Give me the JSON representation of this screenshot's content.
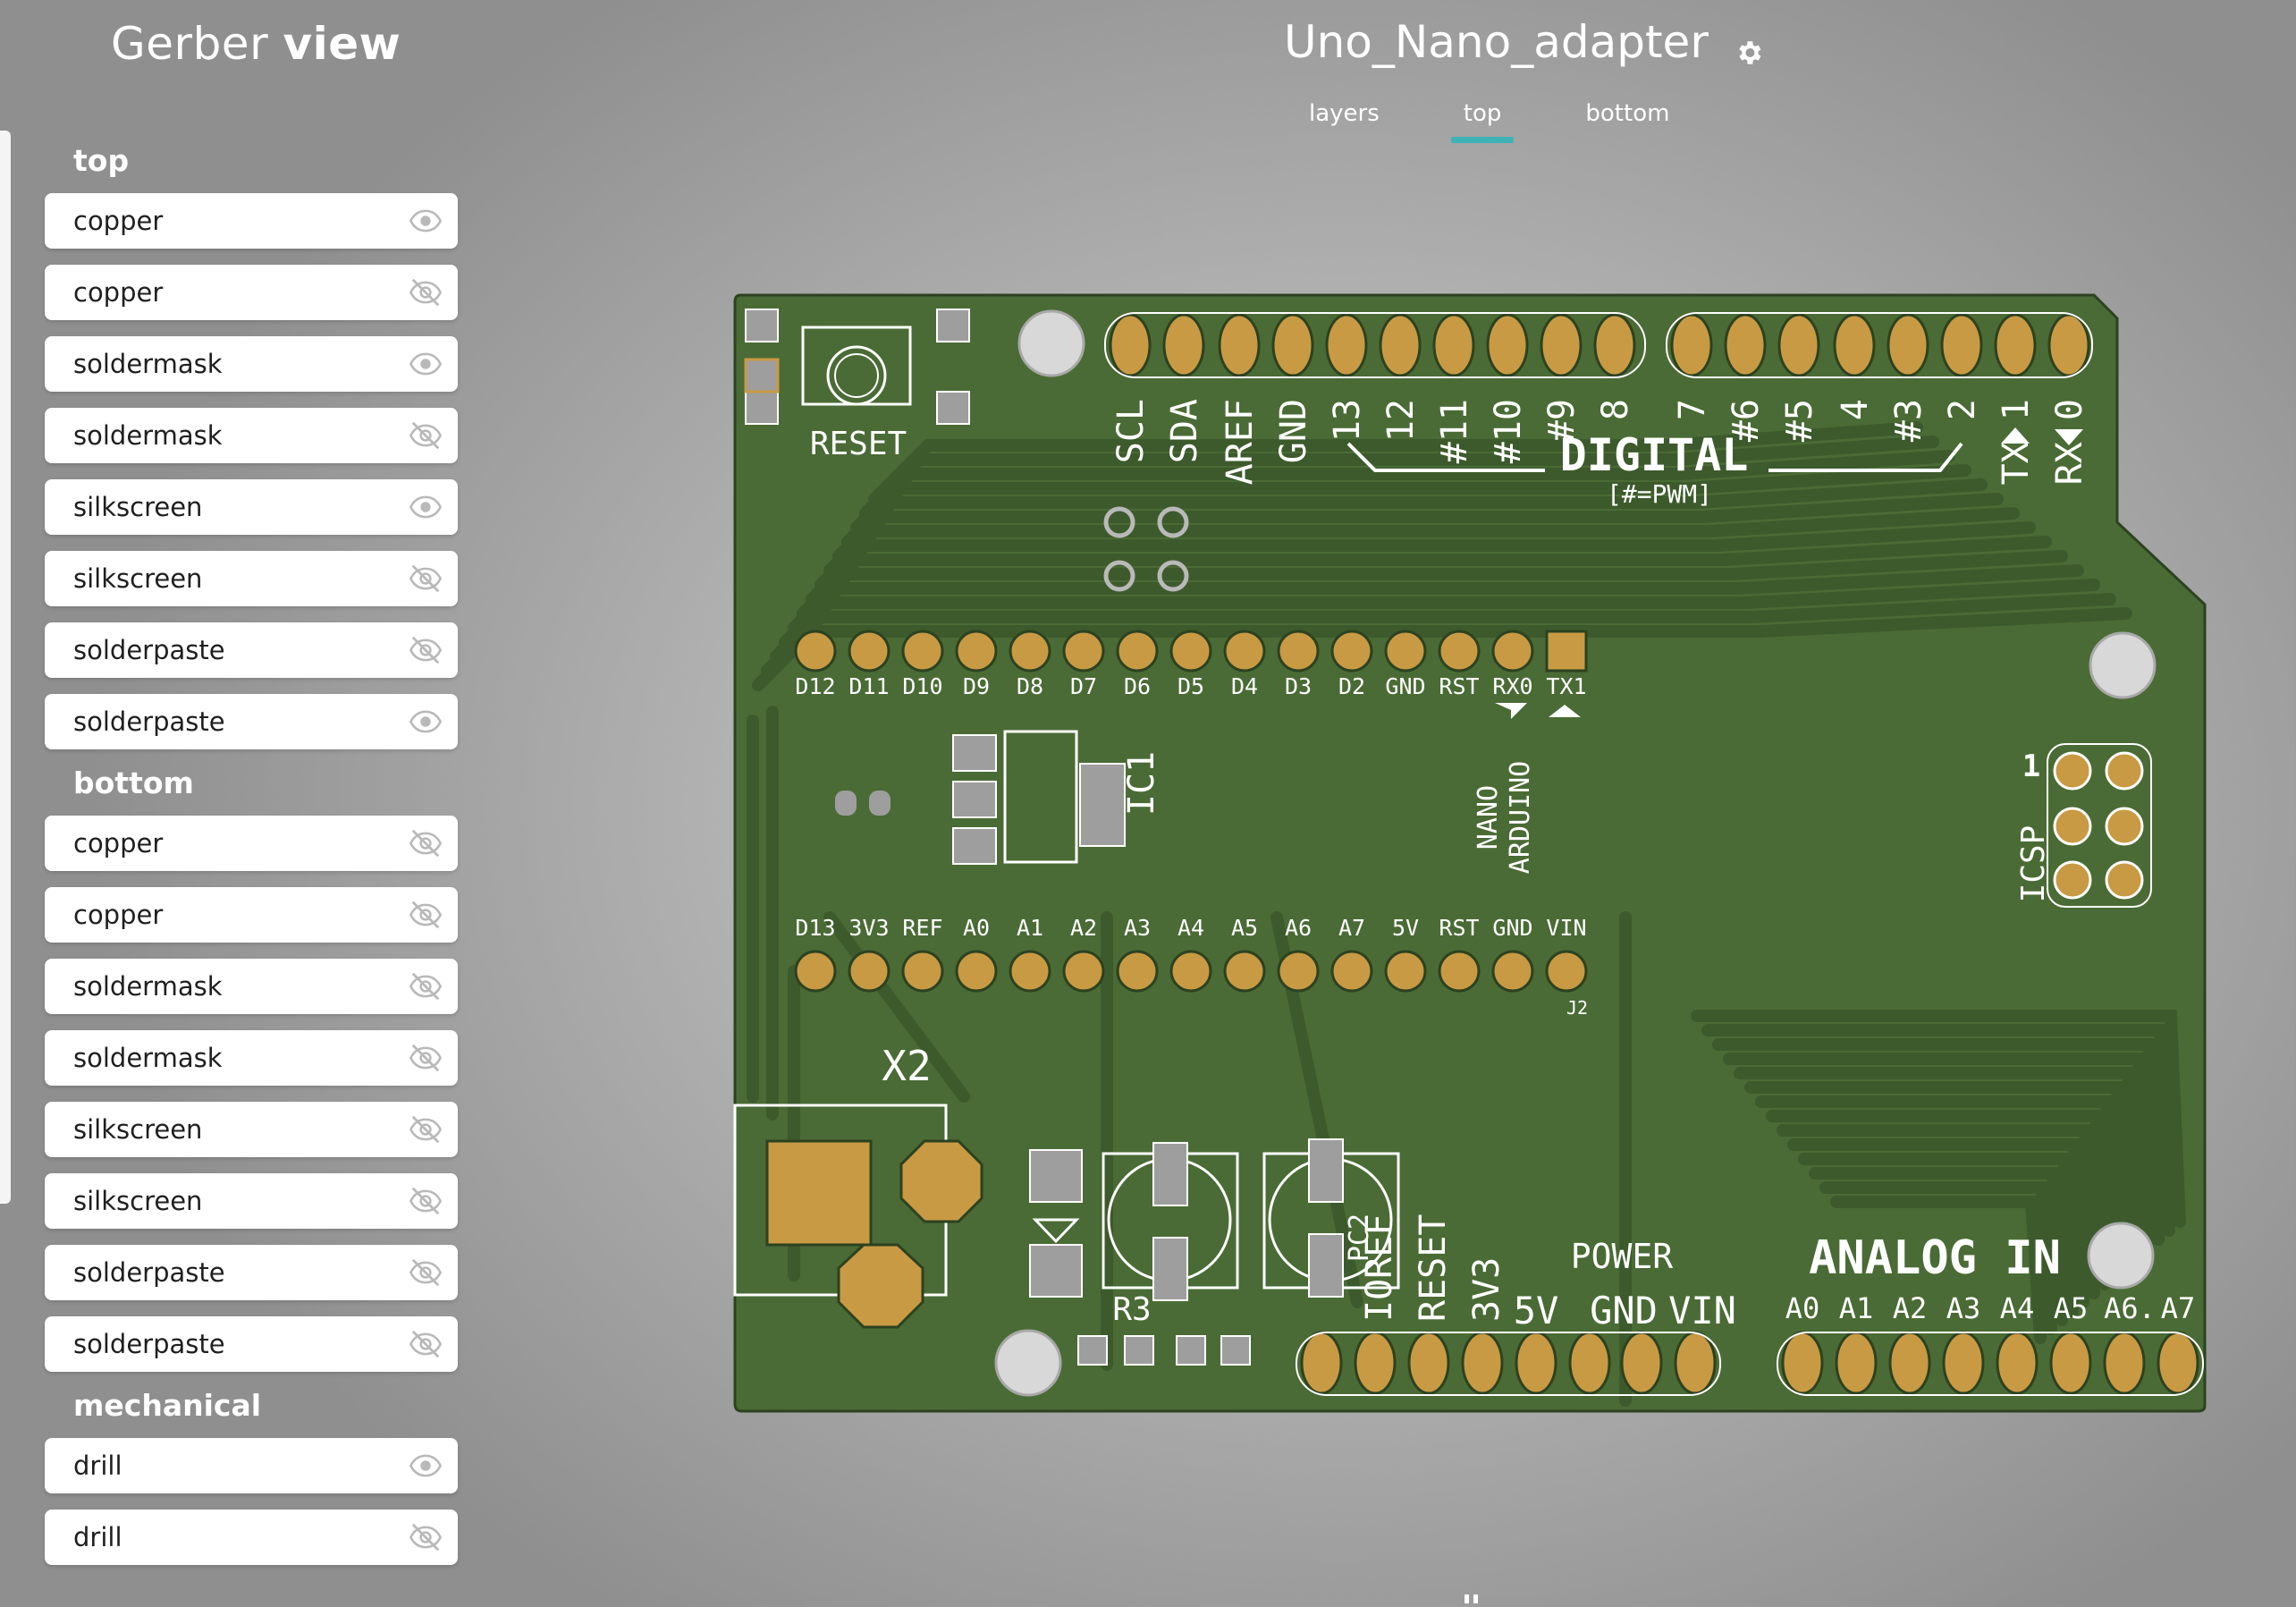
{
  "app": {
    "brand_light": "Gerber ",
    "brand_bold": "view"
  },
  "project": {
    "title": "Uno_Nano_adapter",
    "settings_icon": "gear-icon"
  },
  "tabs": [
    {
      "label": "layers",
      "active": false
    },
    {
      "label": "top",
      "active": true
    },
    {
      "label": "bottom",
      "active": false
    }
  ],
  "colors": {
    "accent": "#3fb2b6",
    "board": "#4a6b35",
    "copper": "#c99a44"
  },
  "layers": {
    "top": {
      "title": "top",
      "items": [
        {
          "label": "copper",
          "visible": true
        },
        {
          "label": "copper",
          "visible": false
        },
        {
          "label": "soldermask",
          "visible": true
        },
        {
          "label": "soldermask",
          "visible": false
        },
        {
          "label": "silkscreen",
          "visible": true
        },
        {
          "label": "silkscreen",
          "visible": false
        },
        {
          "label": "solderpaste",
          "visible": false
        },
        {
          "label": "solderpaste",
          "visible": true
        }
      ]
    },
    "bottom": {
      "title": "bottom",
      "items": [
        {
          "label": "copper",
          "visible": false
        },
        {
          "label": "copper",
          "visible": false
        },
        {
          "label": "soldermask",
          "visible": false
        },
        {
          "label": "soldermask",
          "visible": false
        },
        {
          "label": "silkscreen",
          "visible": false
        },
        {
          "label": "silkscreen",
          "visible": false
        },
        {
          "label": "solderpaste",
          "visible": false
        },
        {
          "label": "solderpaste",
          "visible": false
        }
      ]
    },
    "mechanical": {
      "title": "mechanical",
      "items": [
        {
          "label": "drill",
          "visible": true
        },
        {
          "label": "drill",
          "visible": false
        }
      ]
    }
  },
  "pcb": {
    "reset_label": "RESET",
    "digital_label": "DIGITAL",
    "pwm_label": "[#=PWM]",
    "top_header_labels": [
      "SCL",
      "SDA",
      "AREF",
      "GND",
      "13",
      "12",
      "#11",
      "#10",
      "#9",
      "8",
      "7",
      "#6",
      "#5",
      "4",
      "#3",
      "2",
      "TX 1",
      "RX 0"
    ],
    "nano_top_row": [
      "D12",
      "D11",
      "D10",
      "D9",
      "D8",
      "D7",
      "D6",
      "D5",
      "D4",
      "D3",
      "D2",
      "GND",
      "RST",
      "RX0",
      "TX1"
    ],
    "nano_bottom_row": [
      "D13",
      "3V3",
      "REF",
      "A0",
      "A1",
      "A2",
      "A3",
      "A4",
      "A5",
      "A6",
      "A7",
      "5V",
      "RST",
      "GND",
      "VIN"
    ],
    "ic_label": "IC1",
    "nano_label_1": "NANO",
    "nano_label_2": "ARDUINO",
    "j2_label": "J2",
    "icsp_label": "ICSP",
    "icsp_pin1": "1",
    "x2_label": "X2",
    "r3_label": "R3",
    "pc2_label": "PC2",
    "power_label": "POWER",
    "power_pins": [
      "IOREF",
      "RESET",
      "3V3"
    ],
    "power_pins_2": [
      "5V",
      "GND",
      "VIN"
    ],
    "analog_label": "ANALOG IN",
    "analog_pins": [
      "A0",
      "A1",
      "A2",
      "A3",
      "A4",
      "A5",
      "A6.",
      "A7"
    ]
  }
}
